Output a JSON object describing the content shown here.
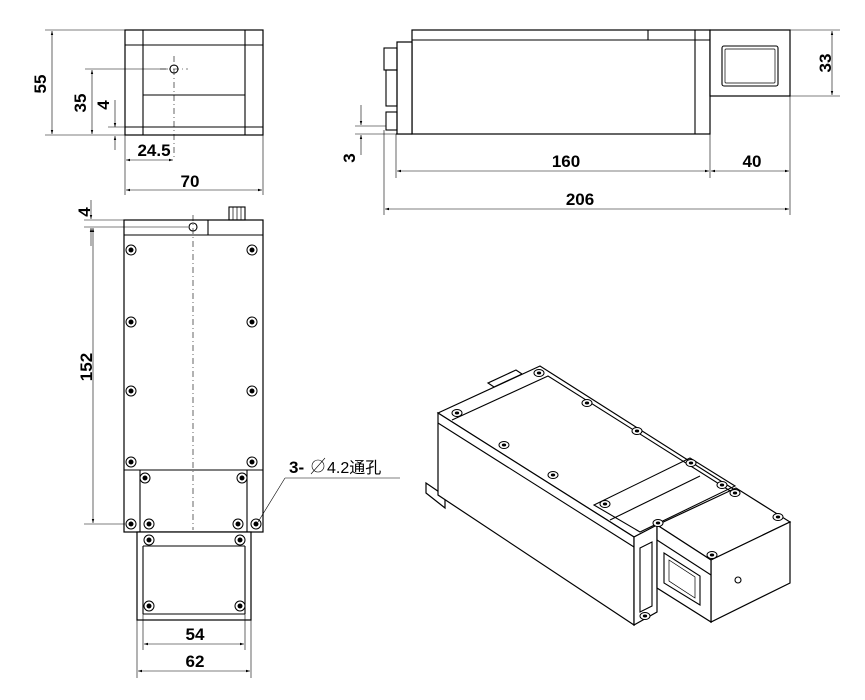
{
  "dimensions": {
    "side_height": "55",
    "side_hole_height": "35",
    "side_lip": "4",
    "side_hole_offset": "24.5",
    "side_width": "70",
    "front_height": "33",
    "front_lip": "3",
    "front_body_length": "160",
    "front_tail_length": "40",
    "front_total_length": "206",
    "top_lip": "4",
    "top_length": "152",
    "top_inner_width": "54",
    "top_outer_width": "62"
  },
  "annotation": {
    "hole_count": "3-",
    "hole_diameter": "4.2通孔"
  }
}
